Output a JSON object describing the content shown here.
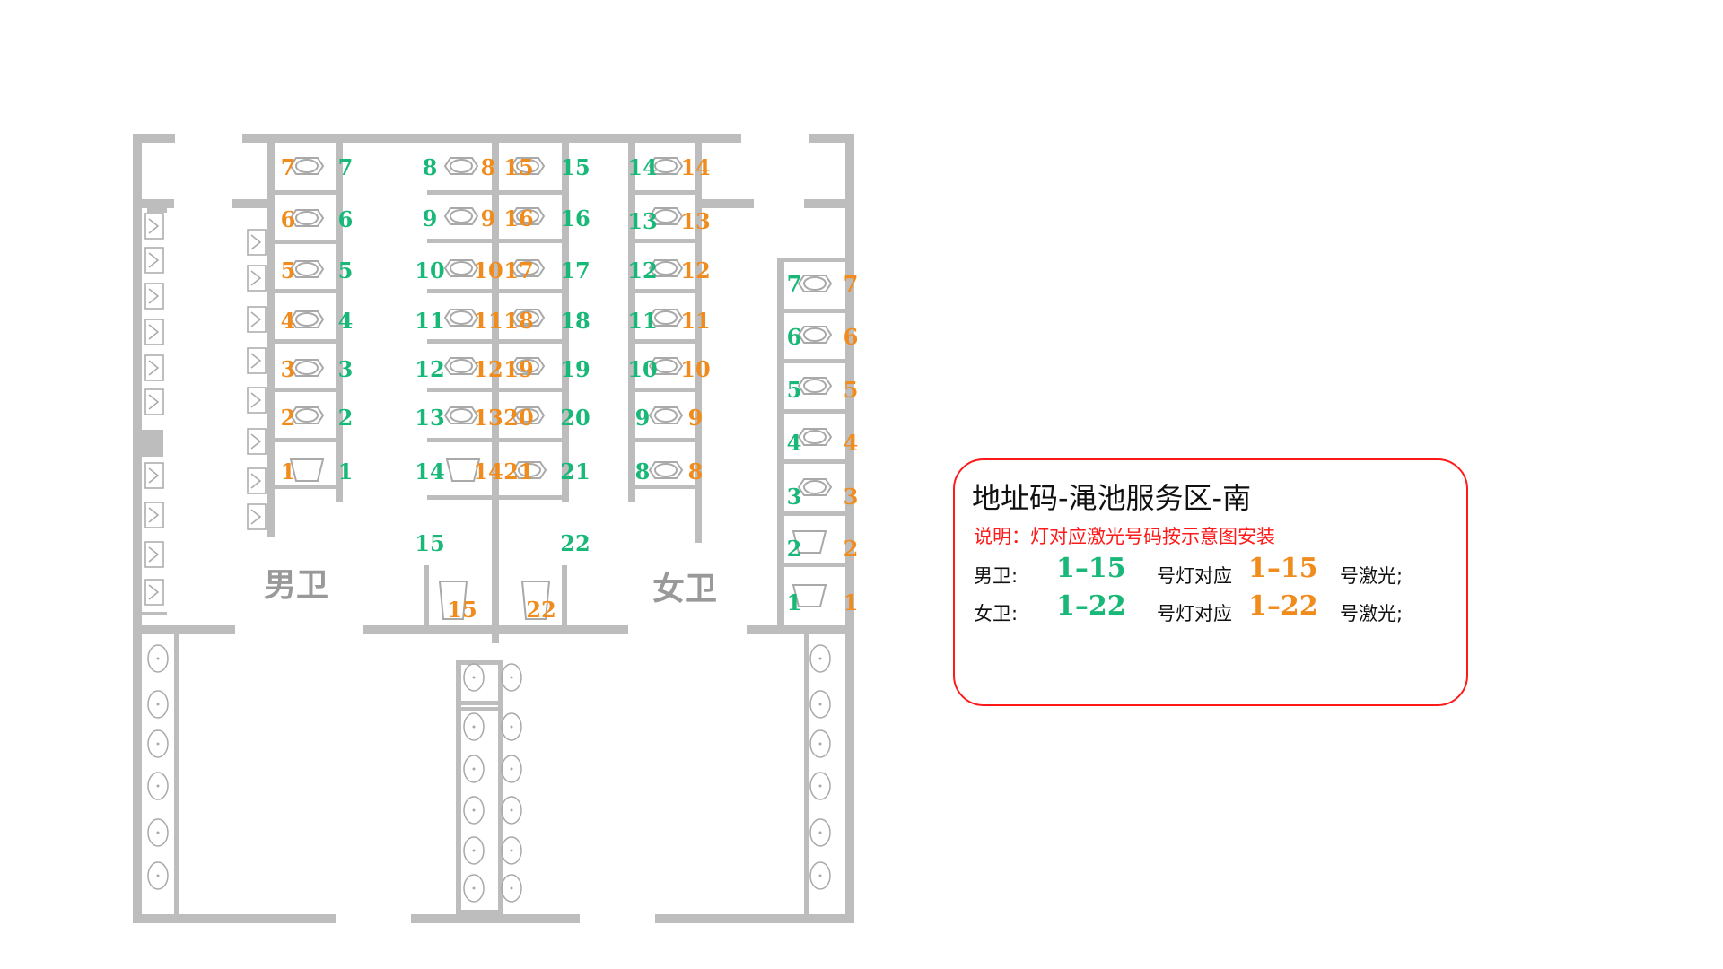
{
  "colors": {
    "wall": "#bdbdbd",
    "fixture": "#a9a9a9",
    "light_number": "#19b878",
    "laser_number": "#f08c1e",
    "note": "#ff1a1a",
    "border": "#ff1a1a"
  },
  "rooms": {
    "men": "男卫",
    "women": "女卫"
  },
  "info": {
    "title": "地址码-渑池服务区-南",
    "note": "说明：灯对应激光号码按示意图安装",
    "men_label": "男卫:",
    "men_light_range": "1–15",
    "men_mid": "号灯对应",
    "men_laser_range": "1–15",
    "men_end": "号激光;",
    "women_label": "女卫:",
    "women_light_range": "1–22",
    "women_mid": "号灯对应",
    "women_laser_range": "1–22",
    "women_end": "号激光;"
  },
  "labels": {
    "men_left_laser": [
      "7",
      "6",
      "5",
      "4",
      "3",
      "2",
      "1"
    ],
    "men_left_light": [
      "7",
      "6",
      "5",
      "4",
      "3",
      "2",
      "1"
    ],
    "men_center_light": [
      "8",
      "9",
      "10",
      "11",
      "12",
      "13",
      "14",
      "15"
    ],
    "men_center_laser": [
      "8",
      "9",
      "10",
      "11",
      "12",
      "13",
      "14",
      "15"
    ],
    "women_center_laser": [
      "15",
      "16",
      "17",
      "18",
      "19",
      "20",
      "21",
      "22"
    ],
    "women_center_light": [
      "15",
      "16",
      "17",
      "18",
      "19",
      "20",
      "21",
      "22"
    ],
    "women_right_light": [
      "14",
      "13",
      "12",
      "11",
      "10",
      "9",
      "8"
    ],
    "women_right_laser": [
      "14",
      "13",
      "12",
      "11",
      "10",
      "9",
      "8"
    ],
    "women_far_light": [
      "7",
      "6",
      "5",
      "4",
      "3",
      "2",
      "1"
    ],
    "women_far_laser": [
      "7",
      "6",
      "5",
      "4",
      "3",
      "2",
      "1"
    ]
  }
}
